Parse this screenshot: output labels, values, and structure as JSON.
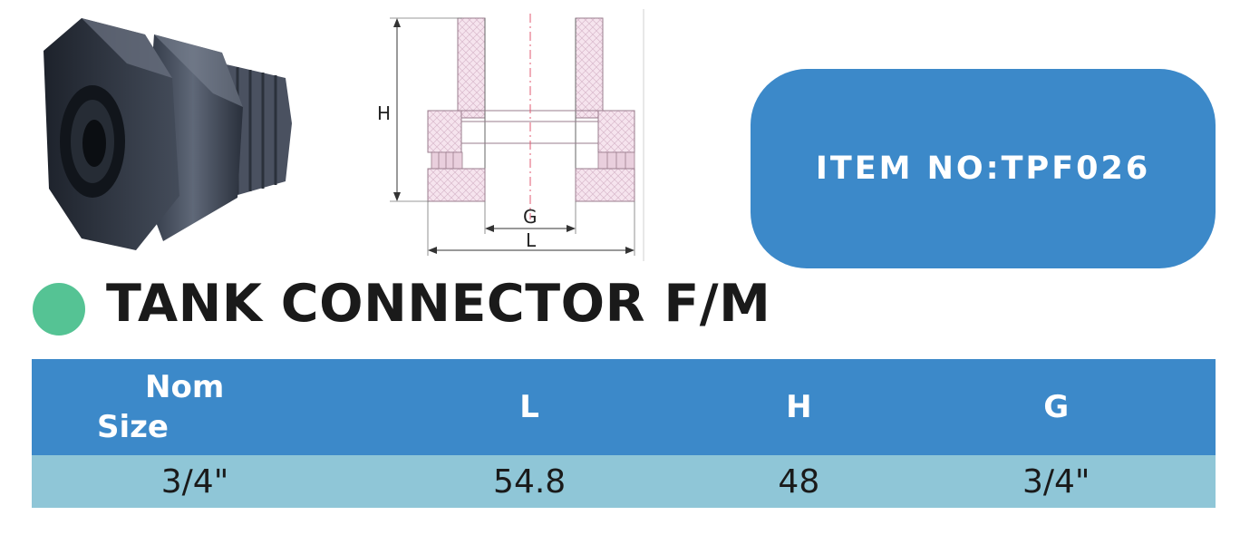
{
  "item_box": {
    "label": "ITEM NO:TPF026"
  },
  "title": "TANK CONNECTOR F/M",
  "drawing": {
    "h_label": "H",
    "g_label": "G",
    "l_label": "L"
  },
  "table": {
    "headers": {
      "nom_line1": "Nom",
      "nom_line2": "Size",
      "l": "L",
      "h": "H",
      "g": "G"
    },
    "rows": [
      {
        "nom_size": "3/4\"",
        "l": "54.8",
        "h": "48",
        "g": "3/4\""
      }
    ]
  },
  "colors": {
    "accent_blue": "#3c89c9",
    "row_teal": "#8fc6d7",
    "bullet_green": "#55c394"
  }
}
